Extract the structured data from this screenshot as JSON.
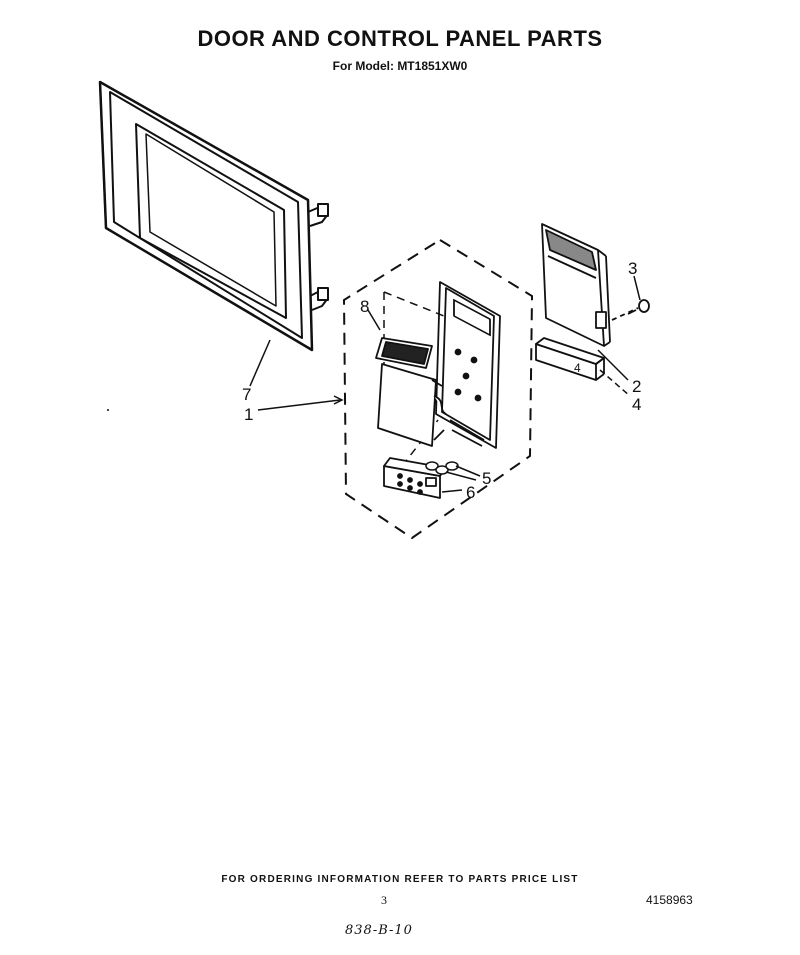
{
  "title": "DOOR AND CONTROL PANEL PARTS",
  "subtitle": "For Model: MT1851XW0",
  "callouts": [
    {
      "id": "1",
      "text": "1"
    },
    {
      "id": "2",
      "text": "2"
    },
    {
      "id": "3",
      "text": "3"
    },
    {
      "id": "4",
      "text": "4"
    },
    {
      "id": "5",
      "text": "5"
    },
    {
      "id": "6",
      "text": "6"
    },
    {
      "id": "7",
      "text": "7"
    },
    {
      "id": "8",
      "text": "8"
    }
  ],
  "panel_label": "4",
  "footer": "FOR ORDERING INFORMATION REFER TO PARTS PRICE LIST",
  "page_number": "3",
  "document_number": "4158963",
  "handwritten_note": "838-B-10"
}
